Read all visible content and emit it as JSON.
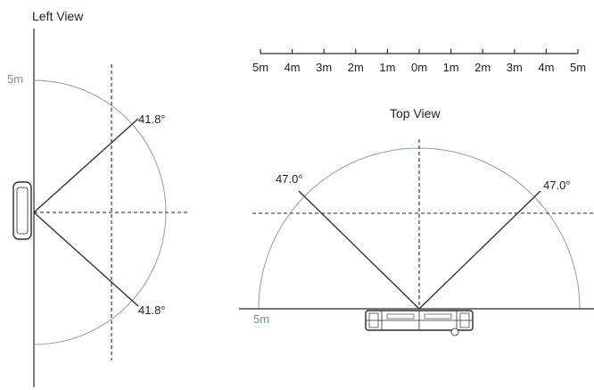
{
  "left_view": {
    "title": "Left View",
    "range_label": "5m",
    "angle_upper": "41.8°",
    "angle_lower": "41.8°"
  },
  "top_view": {
    "title": "Top View",
    "range_label": "5m",
    "angle_left": "47.0°",
    "angle_right": "47.0°",
    "scale_ticks": [
      "5m",
      "4m",
      "3m",
      "2m",
      "1m",
      "0m",
      "1m",
      "2m",
      "3m",
      "4m",
      "5m"
    ]
  },
  "colors": {
    "arc": "#8e9fad",
    "range_label": "#7d909f",
    "line": "#2a2a2a"
  }
}
